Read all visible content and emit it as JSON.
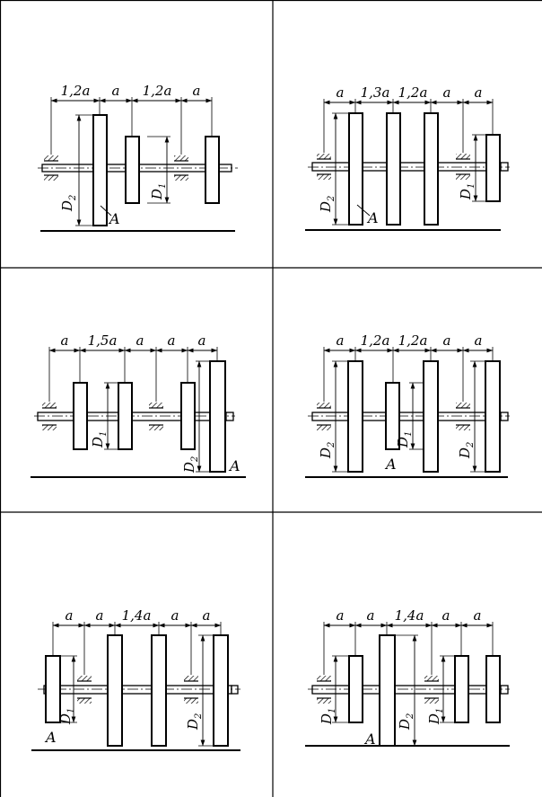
{
  "grid": {
    "rows": 3,
    "cols": 2
  },
  "panels": [
    {
      "id": "p1",
      "spans": [
        "1,2a",
        "a",
        "1,2a",
        "a"
      ],
      "diameters": [
        {
          "text": "D",
          "sub": "2"
        },
        {
          "text": "D",
          "sub": "1"
        }
      ],
      "marker": "A"
    },
    {
      "id": "p2",
      "spans": [
        "a",
        "1,3a",
        "1,2a",
        "a",
        "a"
      ],
      "diameters": [
        {
          "text": "D",
          "sub": "2"
        },
        {
          "text": "D",
          "sub": "1"
        }
      ],
      "marker": "A"
    },
    {
      "id": "p3",
      "spans": [
        "a",
        "1,5a",
        "a",
        "a",
        "a"
      ],
      "diameters": [
        {
          "text": "D",
          "sub": "1"
        },
        {
          "text": "D",
          "sub": "2"
        }
      ],
      "marker": "A"
    },
    {
      "id": "p4",
      "spans": [
        "a",
        "1,2a",
        "1,2a",
        "a",
        "a"
      ],
      "diameters": [
        {
          "text": "D",
          "sub": "2"
        },
        {
          "text": "D",
          "sub": "1"
        },
        {
          "text": "D",
          "sub": "2"
        }
      ],
      "marker": "A"
    },
    {
      "id": "p5",
      "spans": [
        "a",
        "a",
        "1,4a",
        "a",
        "a"
      ],
      "diameters": [
        {
          "text": "D",
          "sub": "1"
        },
        {
          "text": "D",
          "sub": "2"
        }
      ],
      "marker": "A"
    },
    {
      "id": "p6",
      "spans": [
        "a",
        "a",
        "1,4a",
        "a",
        "a"
      ],
      "diameters": [
        {
          "text": "D",
          "sub": "1"
        },
        {
          "text": "D",
          "sub": "2"
        },
        {
          "text": "D",
          "sub": "1"
        }
      ],
      "marker": "A"
    }
  ]
}
